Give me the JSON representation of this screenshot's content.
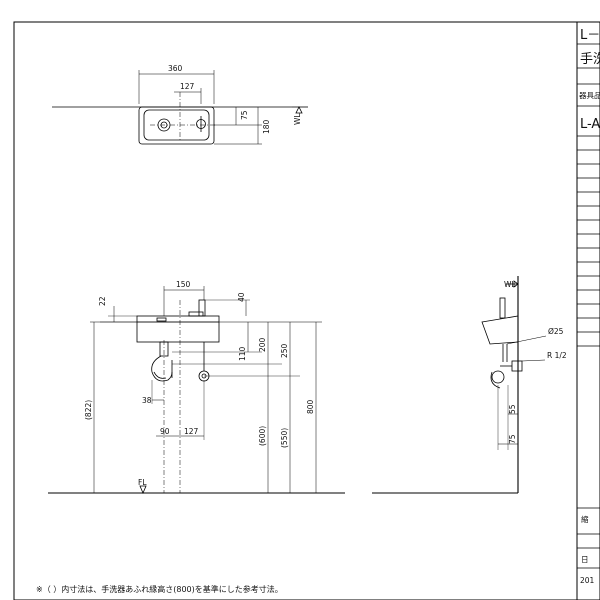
{
  "plan_dims": {
    "width": "360",
    "faucet_offset": "127",
    "depth": "180",
    "faucet_depth": "75",
    "wl": "WL"
  },
  "front_dims": {
    "faucet_spacing": "150",
    "bowl_rim": "22",
    "faucet_height": "40",
    "drain_depth": "110",
    "supply_depth": "200",
    "trap_depth": "250",
    "rim_height": "800",
    "ref_822": "(822)",
    "ref_600": "(600)",
    "ref_550": "(550)",
    "trap_offset": "38",
    "drain_offset": "90",
    "supply_offset": "127",
    "fl": "FL"
  },
  "side_dims": {
    "wl": "WL",
    "pipe_dia": "Ø25",
    "thread": "R 1/2",
    "offset_55": "55",
    "offset_75": "75"
  },
  "title_block": {
    "model_line1": "L－",
    "model_line2": "手洗",
    "label_row": "器具品",
    "model_code": "L-A",
    "scale_label": "縮",
    "date_label": "日",
    "year": "201"
  },
  "footnote": "※（ ）内寸法は、手洗器あふれ縁高さ(800)を基準にした参考寸法。"
}
